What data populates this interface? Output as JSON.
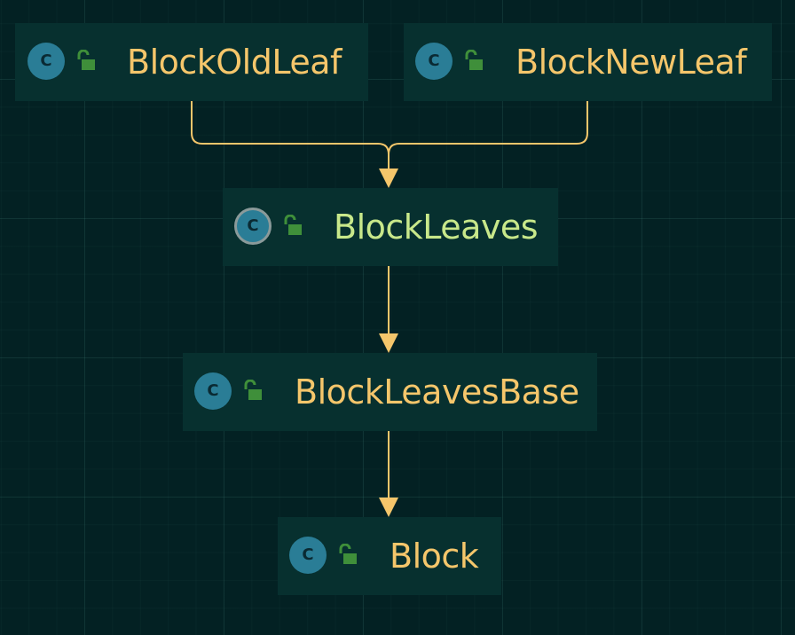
{
  "colors": {
    "background": "#032123",
    "node_background": "#07302f",
    "label": "#f5c66b",
    "label_selected": "#c8e88a",
    "edge": "#f5c66b",
    "class_icon": "#2a7d96",
    "lock_icon": "#3f8f3a"
  },
  "nodes": {
    "block_old_leaf": {
      "label": "BlockOldLeaf",
      "icon": "class-icon",
      "visibility_icon": "public-lock-icon"
    },
    "block_new_leaf": {
      "label": "BlockNewLeaf",
      "icon": "class-icon",
      "visibility_icon": "public-lock-icon"
    },
    "block_leaves": {
      "label": "BlockLeaves",
      "icon": "abstract-class-icon",
      "visibility_icon": "public-lock-icon",
      "selected": true
    },
    "block_leaves_base": {
      "label": "BlockLeavesBase",
      "icon": "class-icon",
      "visibility_icon": "public-lock-icon"
    },
    "block": {
      "label": "Block",
      "icon": "class-icon",
      "visibility_icon": "public-lock-icon"
    }
  },
  "icon_letter": "C",
  "edges": [
    {
      "from": "BlockOldLeaf",
      "to": "BlockLeaves",
      "type": "extends"
    },
    {
      "from": "BlockNewLeaf",
      "to": "BlockLeaves",
      "type": "extends"
    },
    {
      "from": "BlockLeaves",
      "to": "BlockLeavesBase",
      "type": "extends"
    },
    {
      "from": "BlockLeavesBase",
      "to": "Block",
      "type": "extends"
    }
  ]
}
